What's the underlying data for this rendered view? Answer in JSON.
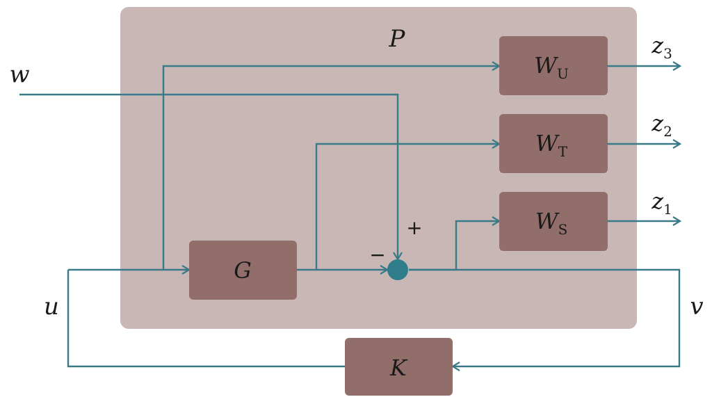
{
  "colors": {
    "plant_fill": "#c9b7b5",
    "block_fill": "#926e6a",
    "wire": "#3a7a88",
    "junction": "#2f7c8a",
    "text": "#1a1a1a"
  },
  "plant": {
    "label": "P"
  },
  "blocks": {
    "G": {
      "label": "G"
    },
    "K": {
      "label": "K"
    },
    "WU": {
      "label": "W",
      "sub": "U"
    },
    "WT": {
      "label": "W",
      "sub": "T"
    },
    "WS": {
      "label": "W",
      "sub": "S"
    }
  },
  "signals": {
    "w": "w",
    "u": "u",
    "v": "v",
    "z1": {
      "label": "z",
      "sub": "1"
    },
    "z2": {
      "label": "z",
      "sub": "2"
    },
    "z3": {
      "label": "z",
      "sub": "3"
    }
  },
  "summing": {
    "plus": "+",
    "minus": "−"
  }
}
